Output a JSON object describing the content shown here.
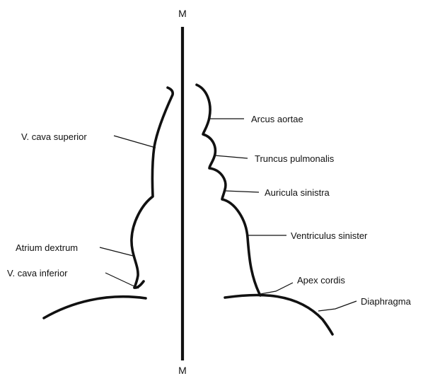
{
  "median_line": {
    "top_label": "M",
    "bottom_label": "M"
  },
  "labels": {
    "v_cava_superior": "V. cava superior",
    "atrium_dextrum": "Atrium dextrum",
    "v_cava_inferior": "V. cava inferior",
    "arcus_aortae": "Arcus aortae",
    "truncus_pulmonalis": "Truncus pulmonalis",
    "auricula_sinistra": "Auricula sinistra",
    "ventriculus_sinister": "Ventriculus sinister",
    "apex_cordis": "Apex cordis",
    "diaphragma": "Diaphragma"
  },
  "colors": {
    "ink": "#111111",
    "background": "#ffffff"
  }
}
